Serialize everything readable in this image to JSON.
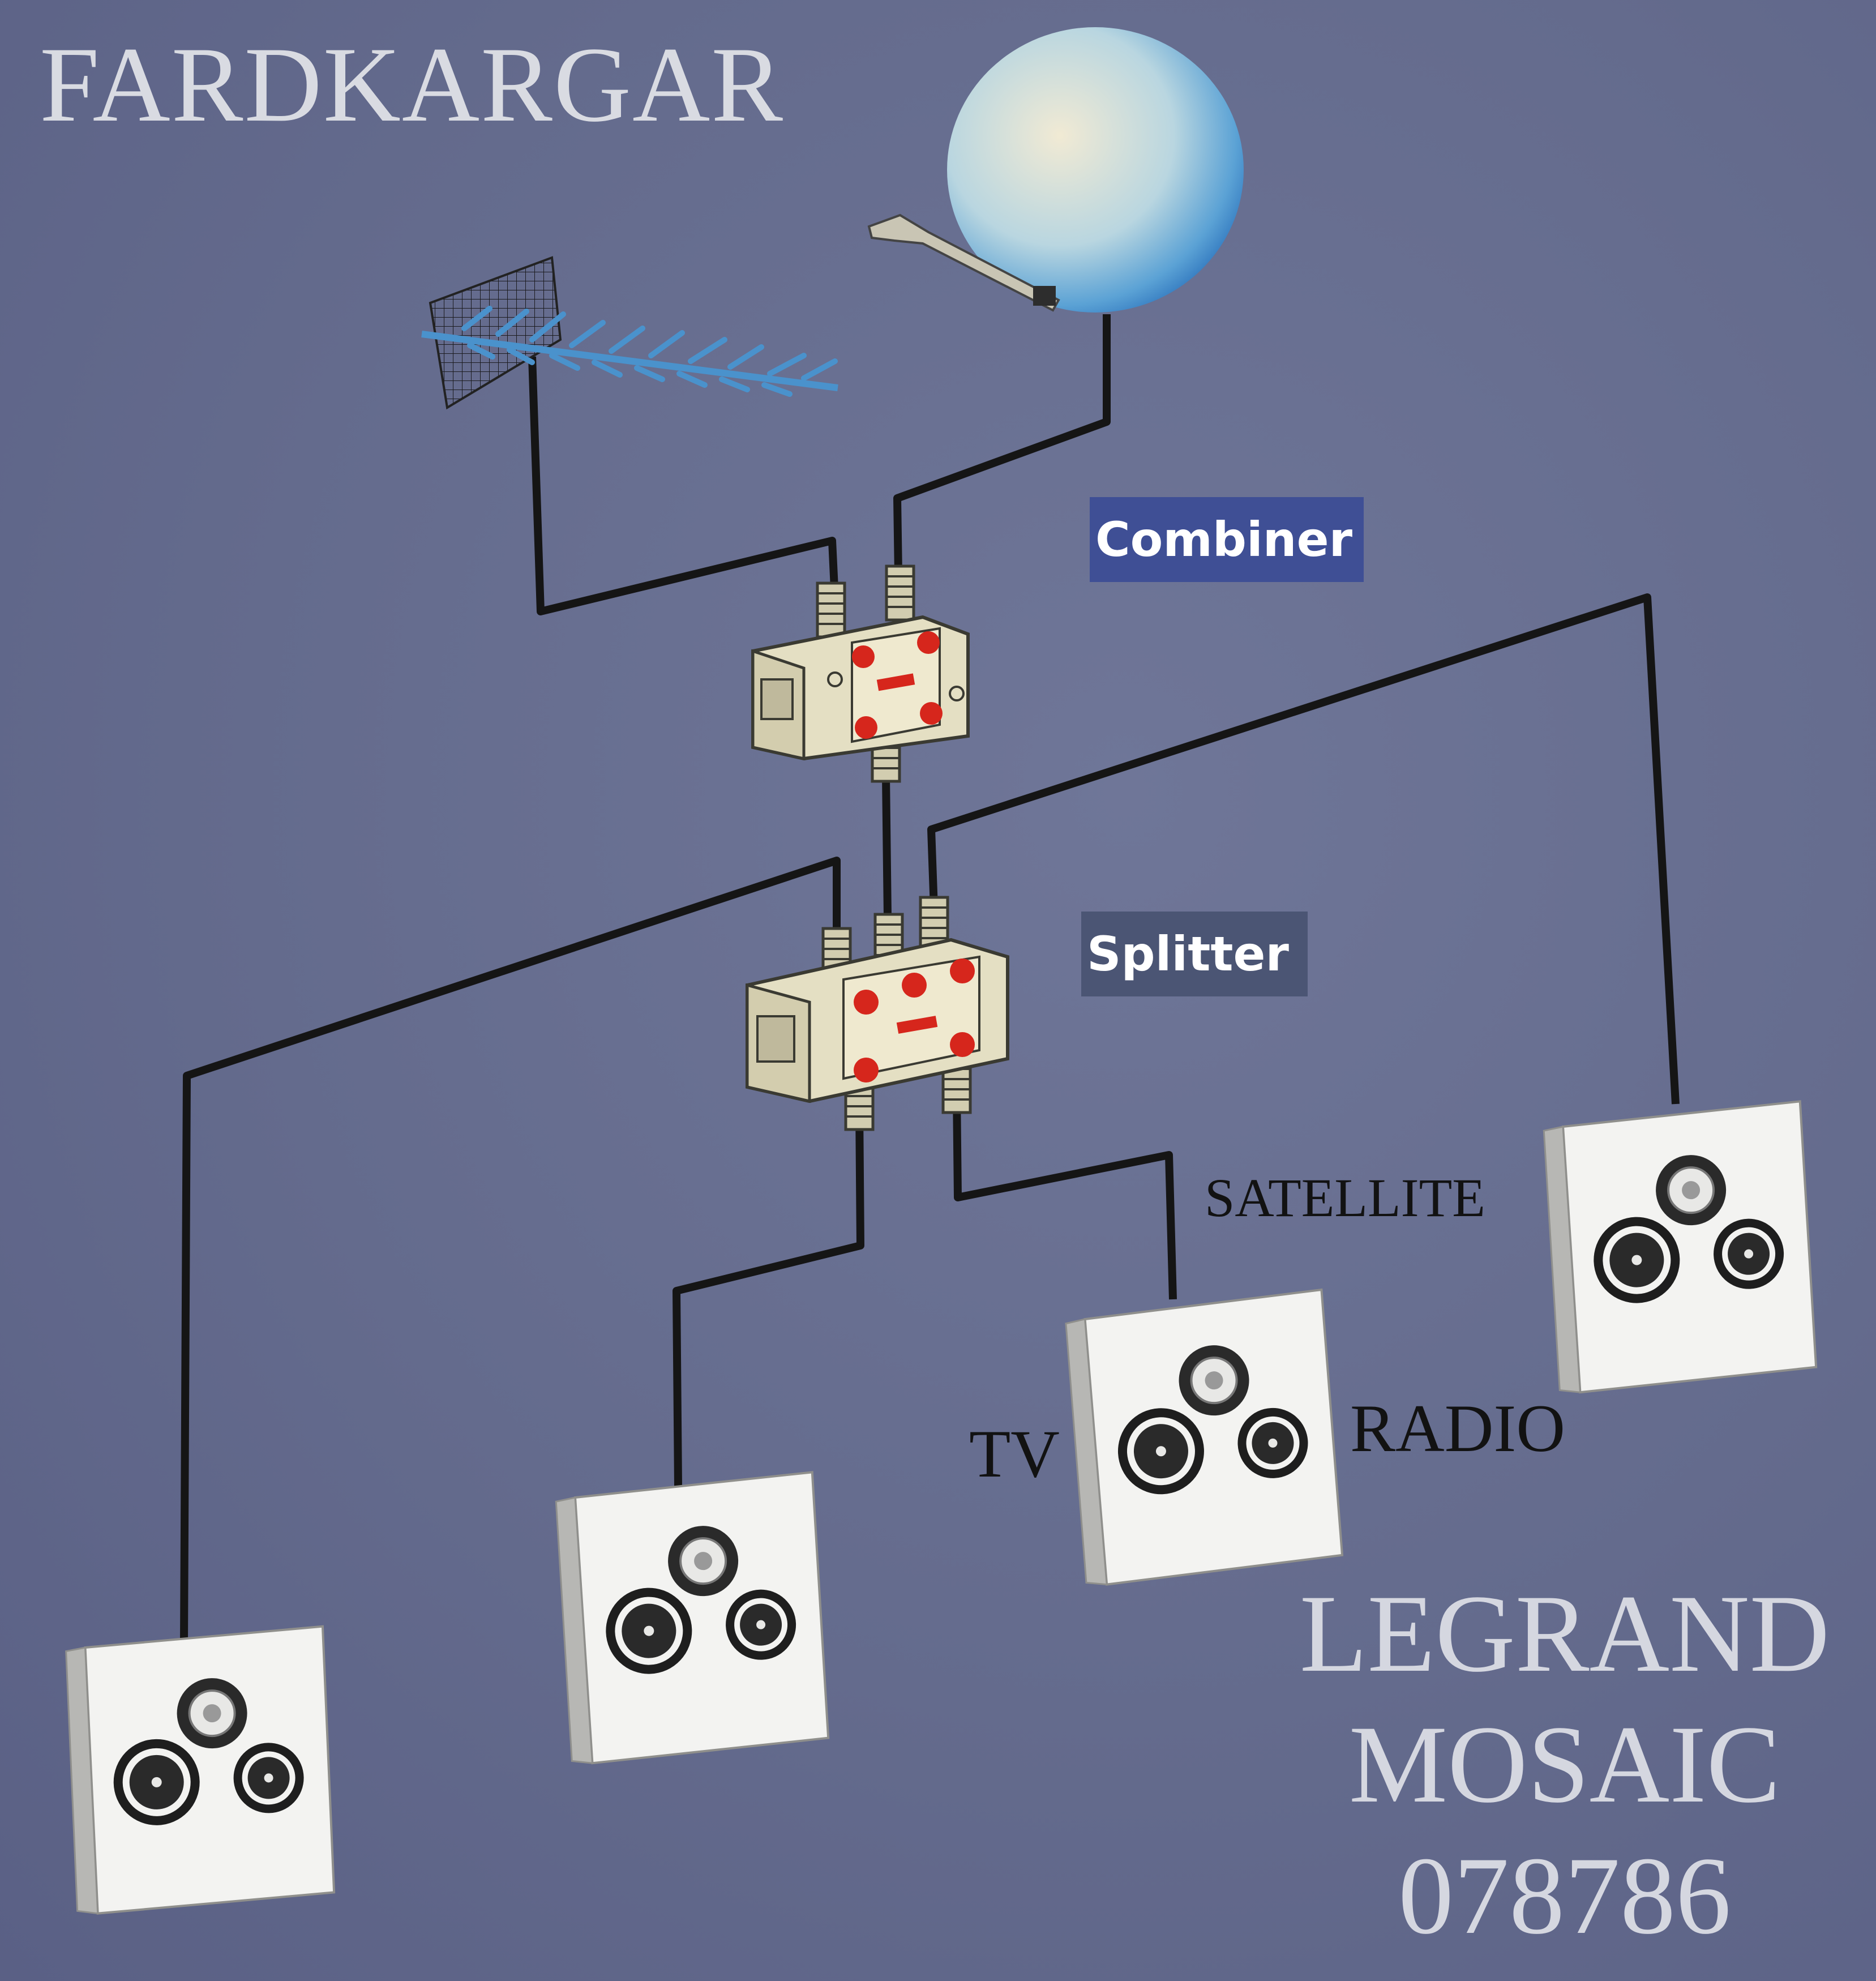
{
  "brand": "FARDKARGAR",
  "labels": {
    "combiner": "Combiner",
    "splitter": "Splitter",
    "satellite": "SATELLITE",
    "tv": "TV",
    "radio": "RADIO"
  },
  "product": {
    "line1": "LEGRAND",
    "line2": "MOSAIC",
    "line3": "078786"
  },
  "colors": {
    "background": "#646b8d",
    "cable": "#151515",
    "label_box": "#3f4f95",
    "device_body": "#e4dfc3",
    "device_dots": "#d6261c",
    "socket_plate": "#f2f2f0"
  }
}
